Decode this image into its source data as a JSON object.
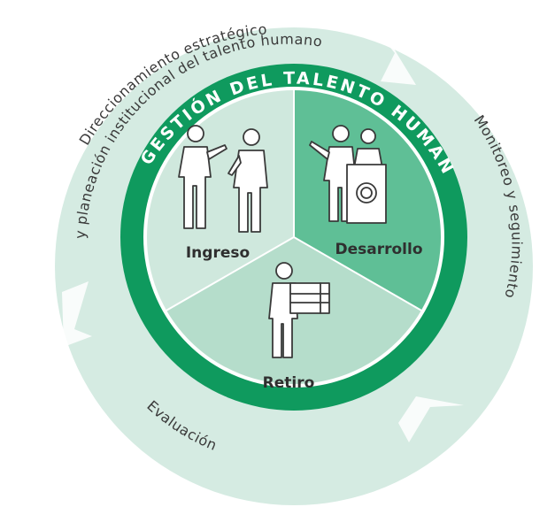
{
  "diagram": {
    "center_title": "GESTIÓN DEL TALENTO HUMANO",
    "segments": [
      {
        "id": "ingreso",
        "label": "Ingreso"
      },
      {
        "id": "desarrollo",
        "label": "Desarrollo"
      },
      {
        "id": "retiro",
        "label": "Retiro"
      }
    ],
    "outer_cycle": {
      "top_line1": "Direccionamiento estratégico",
      "top_line2": "y planeación institucional del talento humano",
      "right": "Monitoreo y seguimiento",
      "bottom": "Evaluación"
    },
    "colors": {
      "outer_ring": "#d5ebe2",
      "outer_ring_edge": "#eaf5f0",
      "inner_ring": "#0f9a5e",
      "segment_ingreso": "#cfe8dd",
      "segment_desarrollo": "#5fbf96",
      "segment_retiro": "#b5ddcb",
      "divider": "#ffffff"
    }
  }
}
